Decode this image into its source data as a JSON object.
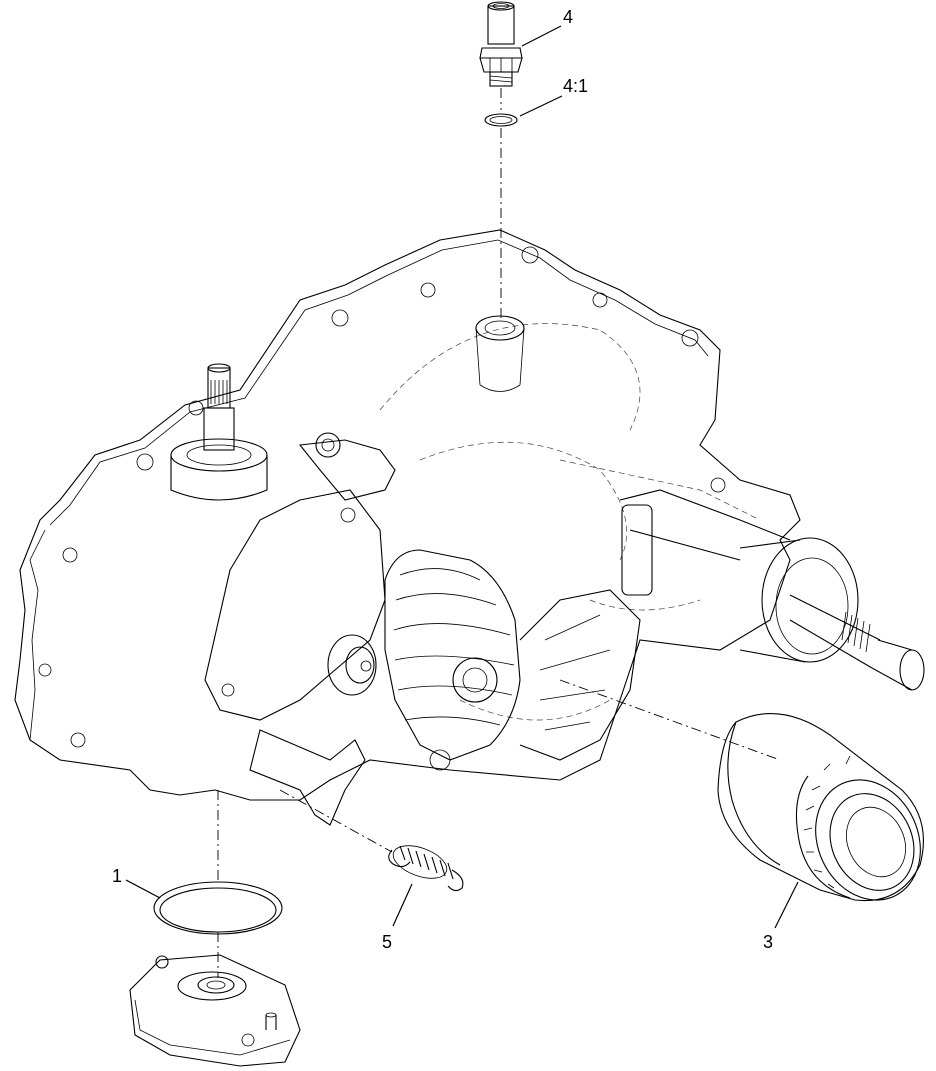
{
  "callouts": {
    "part_1": "1",
    "part_3": "3",
    "part_4": "4",
    "part_4_1": "4:1",
    "part_5": "5"
  }
}
